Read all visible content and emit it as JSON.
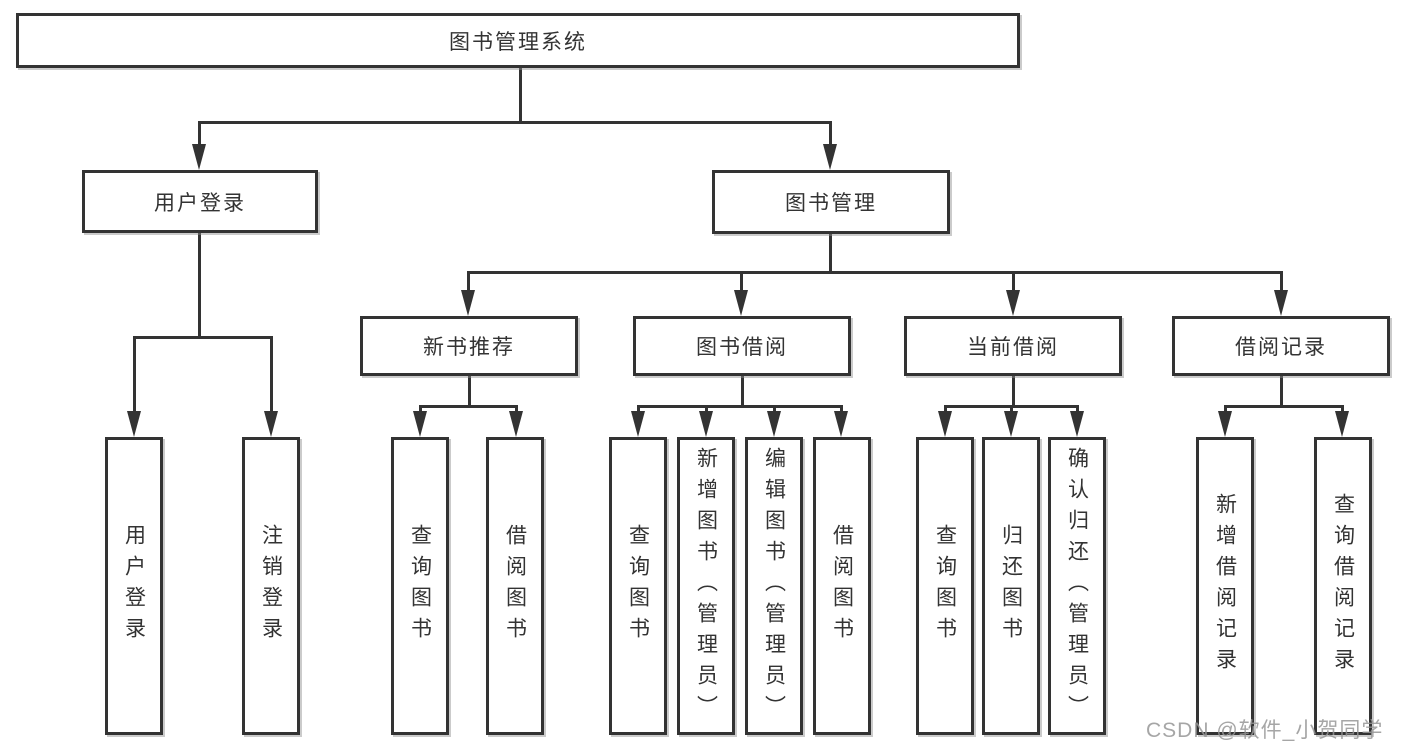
{
  "tree": {
    "root": "图书管理系统",
    "user_login": {
      "label": "用户登录",
      "children": {
        "login": "用户登录",
        "logout": "注销登录"
      }
    },
    "book_mgmt": {
      "label": "图书管理",
      "groups": {
        "new_book": {
          "label": "新书推荐",
          "children": {
            "query": "查询图书",
            "borrow": "借阅图书"
          }
        },
        "borrow": {
          "label": "图书借阅",
          "children": {
            "query": "查询图书",
            "add": "新增图书（管理员）",
            "edit": "编辑图书（管理员）",
            "borrow": "借阅图书"
          }
        },
        "current": {
          "label": "当前借阅",
          "children": {
            "query": "查询图书",
            "return": "归还图书",
            "confirm": "确认归还（管理员）"
          }
        },
        "records": {
          "label": "借阅记录",
          "children": {
            "add": "新增借阅记录",
            "query": "查询借阅记录"
          }
        }
      }
    }
  },
  "watermark": "CSDN @软件_小贺同学",
  "colors": {
    "line": "#333333",
    "text": "#333333",
    "background": "#ffffff",
    "watermark": "#969696"
  }
}
